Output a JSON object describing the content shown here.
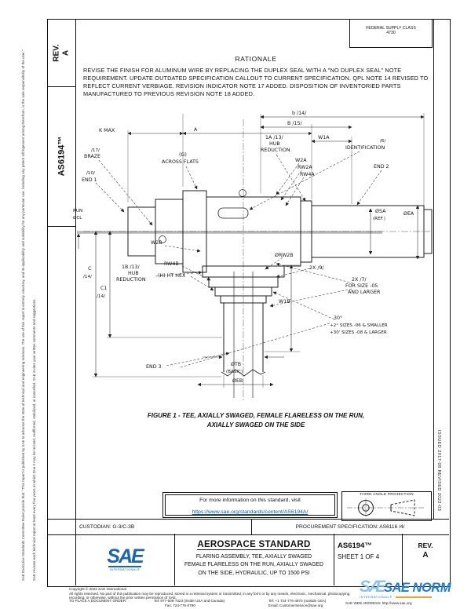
{
  "colors": {
    "accent_blue": "#1B64AE",
    "link_blue": "#1155CC",
    "watermark_blue": "#1E7BD7",
    "watermark_orange": "#E8A33D"
  },
  "margin": {
    "left1": "SAE Executive Standards Committee Rules provide that: \"This report is published by SAE to advance the state of technical and engineering sciences. The use of this report is entirely voluntary, and its applicability and suitability for any particular use, including any patent infringement arising therefrom, is the sole responsibility of the user.\"",
    "left2": "SAE reviews each technical report at least every five years at which time it may be revised, reaffirmed, stabilized, or cancelled. SAE invites your written comments and suggestions.",
    "right": "ISSUED 2017-08    REVISED 2022-03"
  },
  "sidebar": {
    "rev_label": "REV.",
    "rev_value": "A",
    "doc_number": "AS6194™"
  },
  "header": {
    "fsc_line1": "FEDERAL SUPPLY CLASS",
    "fsc_line2": "4730"
  },
  "rationale": {
    "title": "RATIONALE",
    "text": "REVISE THE FINISH FOR ALUMINUM WIRE BY REPLACING THE DUPLEX SEAL WITH A \"NO DUPLEX SEAL\" NOTE REQUIREMENT. UPDATE OUTDATED SPECIFICATION CALLOUT TO CURRENT SPECIFICATION. QPL NOTE 14 REVISED TO REFLECT CURRENT VERBIAGE. REVISION INDICATOR NOTE 17 ADDED. DISPOSITION OF INVENTORIED PARTS MANUFACTURED TO PREVIOUS REVISION NOTE 18 ADDED."
  },
  "figure": {
    "caption1": "FIGURE 1 - TEE, AXIALLY SWAGED, FEMALE FLARELESS ON THE RUN,",
    "caption2": "AXIALLY SWAGED ON THE SIDE",
    "labels": {
      "kmax": "K MAX",
      "a": "A",
      "b": "b /14/",
      "b2": "B /15/",
      "w1a": "W1A",
      "braze_flag": "/17/",
      "braze": "BRAZE",
      "end1_flag": "/10/",
      "end1": "END 1",
      "g1": "(G)",
      "g2": "ACROSS FLATS",
      "hubr1": "1A /13/",
      "hubr2": "HUB",
      "hubr3": "REDUCTION",
      "w2a": "W2A",
      "rw2a": "RW2A",
      "rw4a": "RW4A",
      "id_flag": "/6/",
      "id": "IDENTIFICATION",
      "end2": "END 2",
      "osa1": "ØSA",
      "osa2": "(REF.)",
      "oea": "ØEA",
      "run1": "RUN",
      "run2": "ØCL",
      "c": "C",
      "c_flag": "/14/",
      "c1": "C1",
      "c1_flag": "/14/",
      "hubb1": "1B /13/",
      "hubb2": "HUB",
      "hubb3": "REDUCTION",
      "w2b": "W2B",
      "rw4b": "RW4B",
      "hex": "(H) HT HEX",
      "orw2b": "ØRW2B",
      "x9": "2X /9/",
      "w1b": "W1B",
      "sz1": "2X /7/",
      "sz2": "FOR SIZE -05",
      "sz3": "AND LARGER",
      "ang1": "30°",
      "ang2": "+2° SIZES -06 & SMALLER",
      "ang3": "+30' SIZES -08 & LARGER",
      "end3": "END 3",
      "otb": "ØTB",
      "otb2": "(BASIC)",
      "oeb": "ØEB"
    }
  },
  "info_box": {
    "line1": "For more information on this standard, visit",
    "link": "https://www.sae.org/standards/content/AS6194A/"
  },
  "projection": {
    "label": "THIRD ANGLE PROJECTION"
  },
  "table": {
    "custodian": "CUSTODIAN: G-3/C-3B",
    "procurement": "PROCUREMENT SPECIFICATION: AS6116 /4/",
    "logo_text": "SAE",
    "logo_sub": "INTERNATIONAL®",
    "doc_type": "AEROSPACE STANDARD",
    "title1": "FLARING ASSEMBLY, TEE, AXIALLY SWAGED",
    "title2": "FEMALE FLARELESS ON THE RUN, AXIALLY SWAGED",
    "title3": "ON THE SIDE, HYDRAULIC, UP TO 1500 PSI",
    "doc_number": "AS6194™",
    "sheet": "SHEET 1 OF 4",
    "rev_label": "REV.",
    "rev_value": "A"
  },
  "footer": {
    "copyright": "Copyright © 2022 SAE International",
    "rights1": "All rights reserved. No part of this publication may be reproduced, stored in a retrieval system or transmitted, in any form or by any means, electronic, mechanical, photocopying,",
    "rights2": "recording, or otherwise, without the prior written permission of SAE.",
    "order_label": "TO PLACE A DOCUMENT ORDER:",
    "tel_inside": "Tel: 877-606-7323 (inside USA and Canada)",
    "fax": "Fax: 724-776-0790",
    "tel_outside": "Tel: +1 724-776-4970 (outside USA)",
    "email": "Email: CustomerService@sae.org",
    "web": "SAE WEB ADDRESS: http://www.sae.org"
  },
  "watermark": {
    "logo": "SÆ",
    "text": "SAE NORM",
    "sub": "INTERNATIONAL®"
  }
}
